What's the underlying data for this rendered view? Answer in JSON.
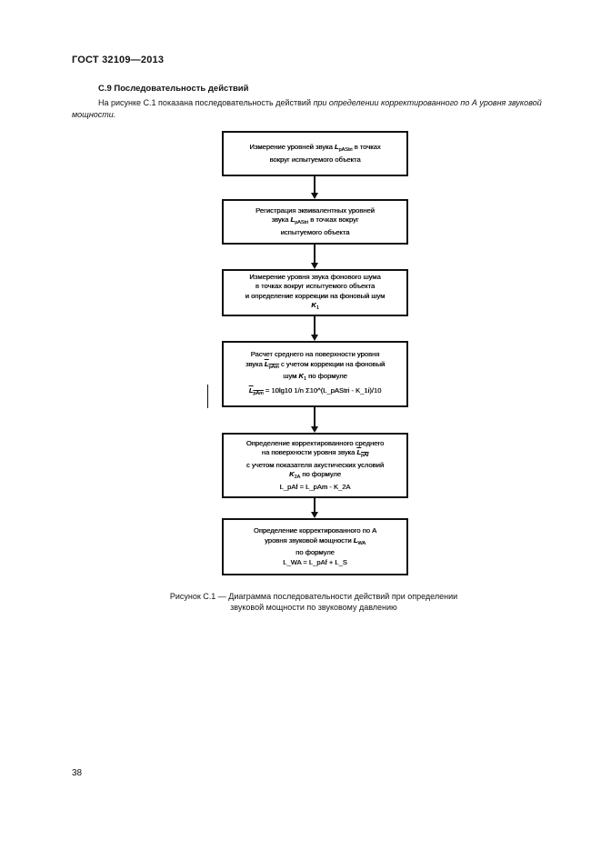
{
  "header": {
    "doc_code": "ГОСТ 32109—2013"
  },
  "section": {
    "title": "С.9 Последовательность действий",
    "intro_plain": "На рисунке С.1 показана последовательность действий ",
    "intro_italic": "при определении корректированного по А уровня звуковой мощности."
  },
  "flowchart": {
    "box1": {
      "l1a": "Измерение уровней звука ",
      "sym": "L",
      "sub": "pAStri",
      "l1b": " в точках",
      "l2": "вокруг испытуемого объекта"
    },
    "box2": {
      "l1": "Регистрация эквивалентных уровней",
      "l2a": "звука ",
      "sym": "L",
      "sub": "pAStri",
      "l2b": " в точках вокруг",
      "l3": "испытуемого объекта"
    },
    "box3": {
      "l1": "Измерение уровня звука фонового шума",
      "l2": "в точках вокруг испытуемого объекта",
      "l3": "и определение коррекции на фоновый шум",
      "sym": "K",
      "sub": "1"
    },
    "box4": {
      "l1": "Расчет среднего на поверхности уровня",
      "l2a": "звука ",
      "sym": "L",
      "sub": "pAm",
      "l2b": " с учетом коррекции на фоновый",
      "l3a": "шум ",
      "k_sym": "K",
      "k_sub": "1",
      "l3b": " по формуле",
      "formula": "= 10lg10 1/n Σ10^(L_pAStri - K_1i)/10"
    },
    "box5": {
      "l1": "Определение корректированного среднего",
      "l2a": "на поверхности уровня звука ",
      "sym": "L",
      "sub": "pAf",
      "l3": "с учетом показателя акустических условий",
      "l4a": "",
      "k_sym": "K",
      "k_sub": "2A",
      "l4b": " по формуле",
      "formula": "L_pAf = L_pAm - K_2A"
    },
    "box6": {
      "l1": "Определение корректированного по А",
      "l2a": "уровня звуковой мощности ",
      "sym": "L",
      "sub": "WA",
      "l3": "по формуле",
      "formula": "L_WA = L_pAf + L_S"
    }
  },
  "caption": {
    "line1": "Рисунок С.1 — Диаграмма последовательности действий при определении",
    "line2": "звуковой мощности по звуковому давлению"
  },
  "page_number": "38"
}
